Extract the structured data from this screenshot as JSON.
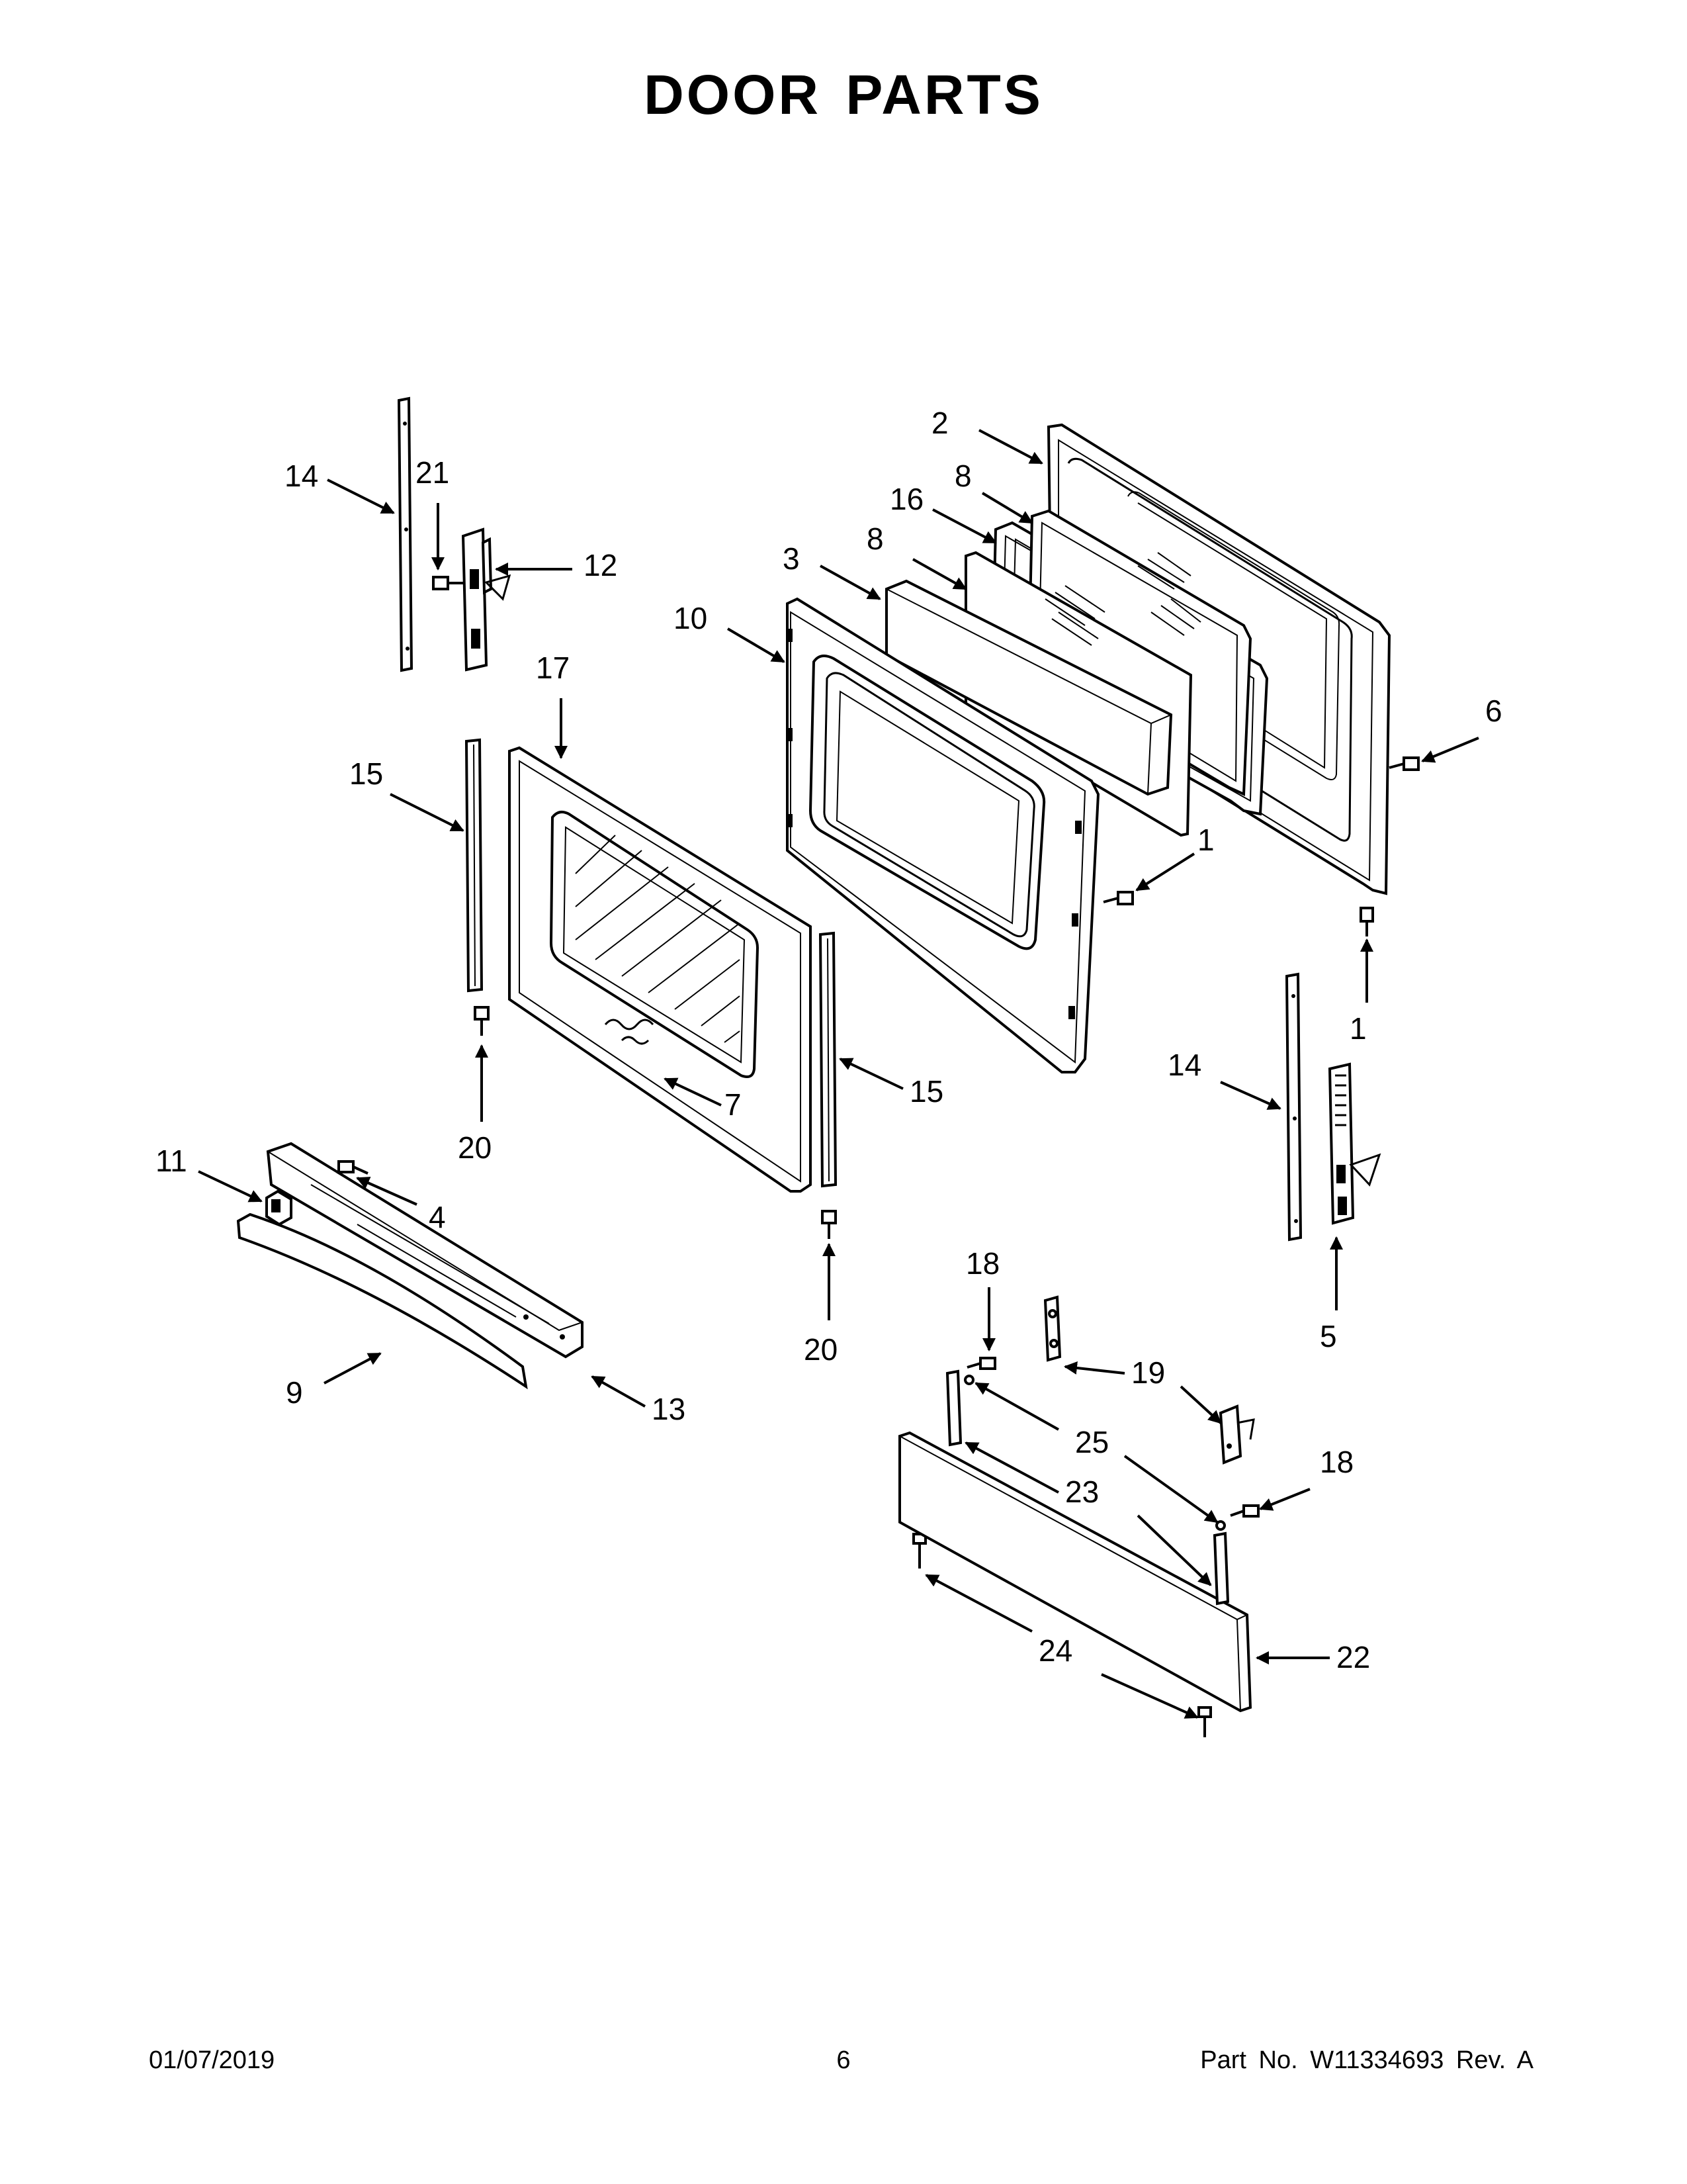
{
  "page": {
    "title": "DOOR PARTS",
    "footer": {
      "date": "01/07/2019",
      "page_number": "6",
      "part_number": "Part No.  W11334693  Rev.  A"
    }
  },
  "callouts": [
    {
      "id": "c2",
      "label": "2"
    },
    {
      "id": "c8a",
      "label": "8"
    },
    {
      "id": "c16",
      "label": "16"
    },
    {
      "id": "c8b",
      "label": "8"
    },
    {
      "id": "c3",
      "label": "3"
    },
    {
      "id": "c10",
      "label": "10"
    },
    {
      "id": "c6",
      "label": "6"
    },
    {
      "id": "c1a",
      "label": "1"
    },
    {
      "id": "c1b",
      "label": "1"
    },
    {
      "id": "c14a",
      "label": "14"
    },
    {
      "id": "c21",
      "label": "21"
    },
    {
      "id": "c12",
      "label": "12"
    },
    {
      "id": "c17",
      "label": "17"
    },
    {
      "id": "c15a",
      "label": "15"
    },
    {
      "id": "c20a",
      "label": "20"
    },
    {
      "id": "c7",
      "label": "7"
    },
    {
      "id": "c15b",
      "label": "15"
    },
    {
      "id": "c14b",
      "label": "14"
    },
    {
      "id": "c5",
      "label": "5"
    },
    {
      "id": "c11",
      "label": "11"
    },
    {
      "id": "c4",
      "label": "4"
    },
    {
      "id": "c9",
      "label": "9"
    },
    {
      "id": "c13",
      "label": "13"
    },
    {
      "id": "c20b",
      "label": "20"
    },
    {
      "id": "c18a",
      "label": "18"
    },
    {
      "id": "c19",
      "label": "19"
    },
    {
      "id": "c25",
      "label": "25"
    },
    {
      "id": "c18b",
      "label": "18"
    },
    {
      "id": "c23",
      "label": "23"
    },
    {
      "id": "c24",
      "label": "24"
    },
    {
      "id": "c22",
      "label": "22"
    }
  ]
}
